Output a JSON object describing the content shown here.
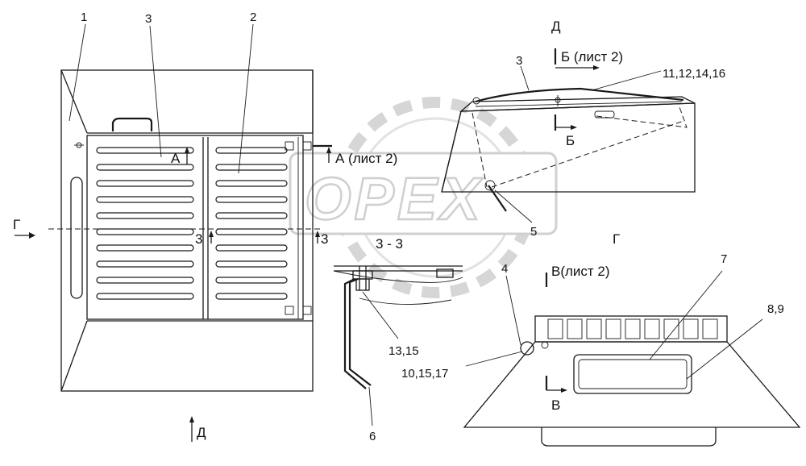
{
  "watermark": {
    "text": "OPEX",
    "color": "#cfcfcf"
  },
  "labels": {
    "callout_1": "1",
    "callout_3_main": "3",
    "callout_2": "2",
    "view_d_title": "Д",
    "callout_3_side": "3",
    "section_b_top": "Б (лист 2)",
    "callout_11_12_14_16": "11,12,14,16",
    "section_b_bottom": "Б",
    "section_a_left": "А",
    "section_a_right": "А (лист 2)",
    "view_g_arrow": "Г",
    "section_3_left": "3",
    "section_3_right": "3",
    "section_33_title": "3 - 3",
    "callout_5": "5",
    "view_g_title": "Г",
    "section_v_top": "В(лист 2)",
    "callout_4": "4",
    "callout_7": "7",
    "callout_8_9": "8,9",
    "callout_13_15": "13,15",
    "callout_10_15_17": "10,15,17",
    "section_v_bottom": "В",
    "view_d_arrow": "Д",
    "callout_6": "6"
  },
  "colors": {
    "line": "#1a1a1a",
    "background": "#ffffff"
  }
}
